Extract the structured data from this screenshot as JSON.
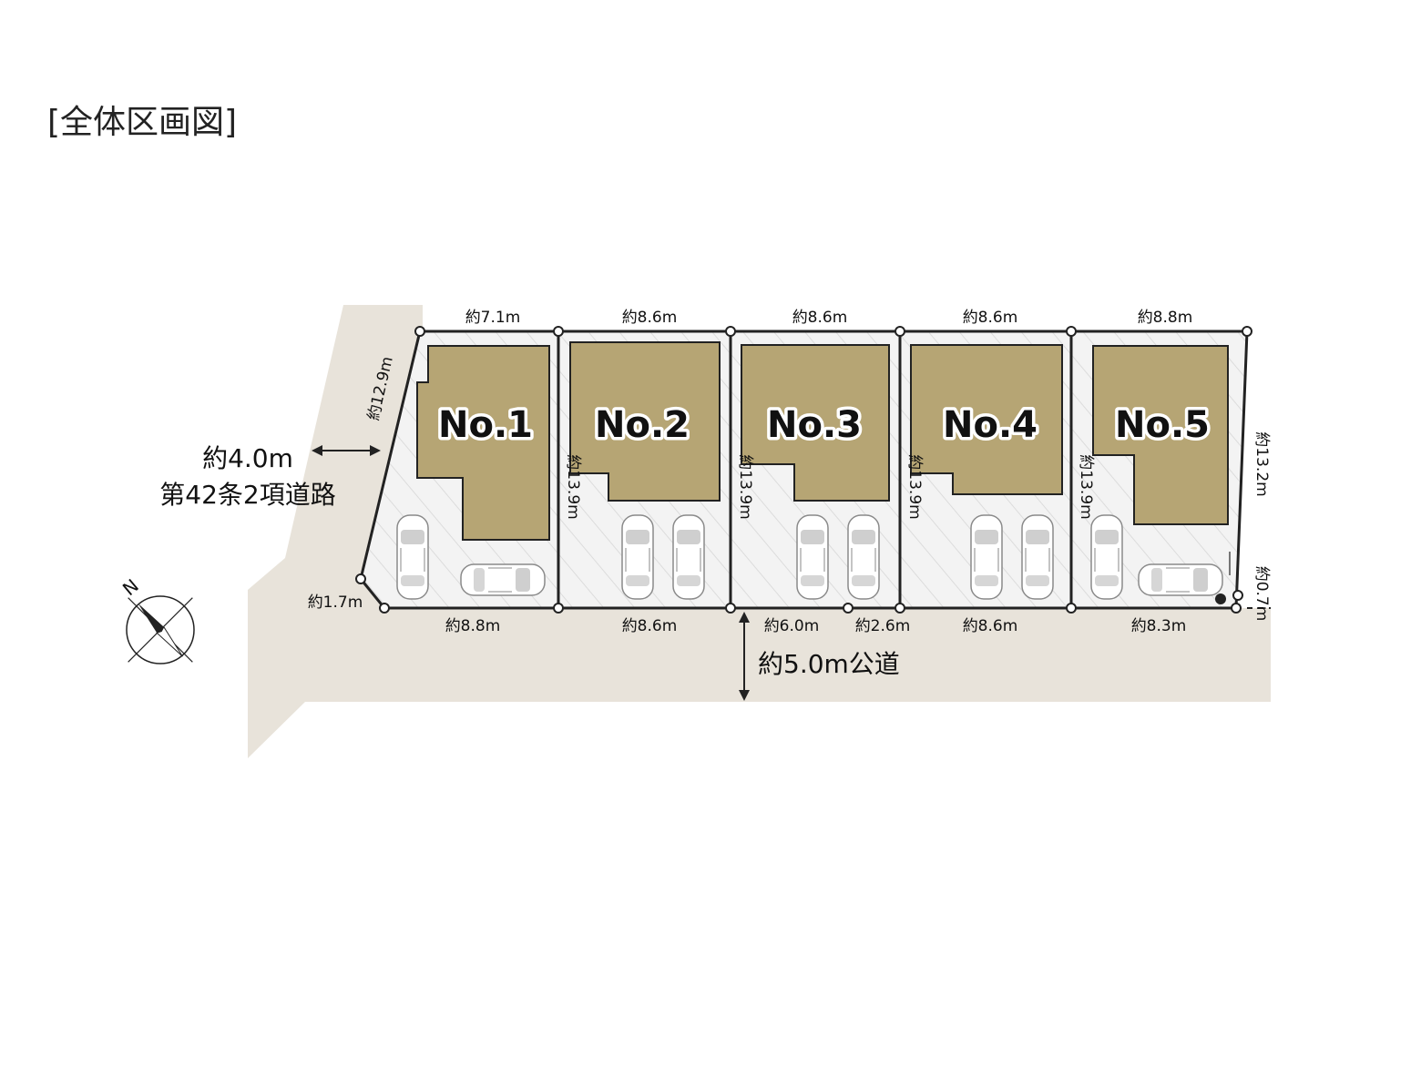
{
  "title": "[全体区画図]",
  "colors": {
    "road": "#e8e3da",
    "lot": "#f2f2f2",
    "building": "#b6a574",
    "boundary": "#222222"
  },
  "roads": {
    "west_width": "約4.0m",
    "west_type": "第42条2項道路",
    "south": "約5.0m公道"
  },
  "compass": {
    "label": "N",
    "icon": "north-arrow-icon"
  },
  "lots": [
    {
      "label": "No.1"
    },
    {
      "label": "No.2"
    },
    {
      "label": "No.3"
    },
    {
      "label": "No.4"
    },
    {
      "label": "No.5"
    }
  ],
  "dimensions": {
    "top": [
      "約7.1m",
      "約8.6m",
      "約8.6m",
      "約8.6m",
      "約8.8m"
    ],
    "bottom": [
      "約8.8m",
      "約8.6m",
      "約6.0m",
      "約2.6m",
      "約8.6m",
      "約8.3m"
    ],
    "dividers": [
      "約13.9m",
      "約13.9m",
      "約13.9m",
      "約13.9m"
    ],
    "west_edge": "約12.9m",
    "east_edge": "約13.2m",
    "corner_cut": "約1.7m",
    "east_small": "約0.7m"
  },
  "legend_icons": [
    "car-icon",
    "water-meter-icon"
  ]
}
